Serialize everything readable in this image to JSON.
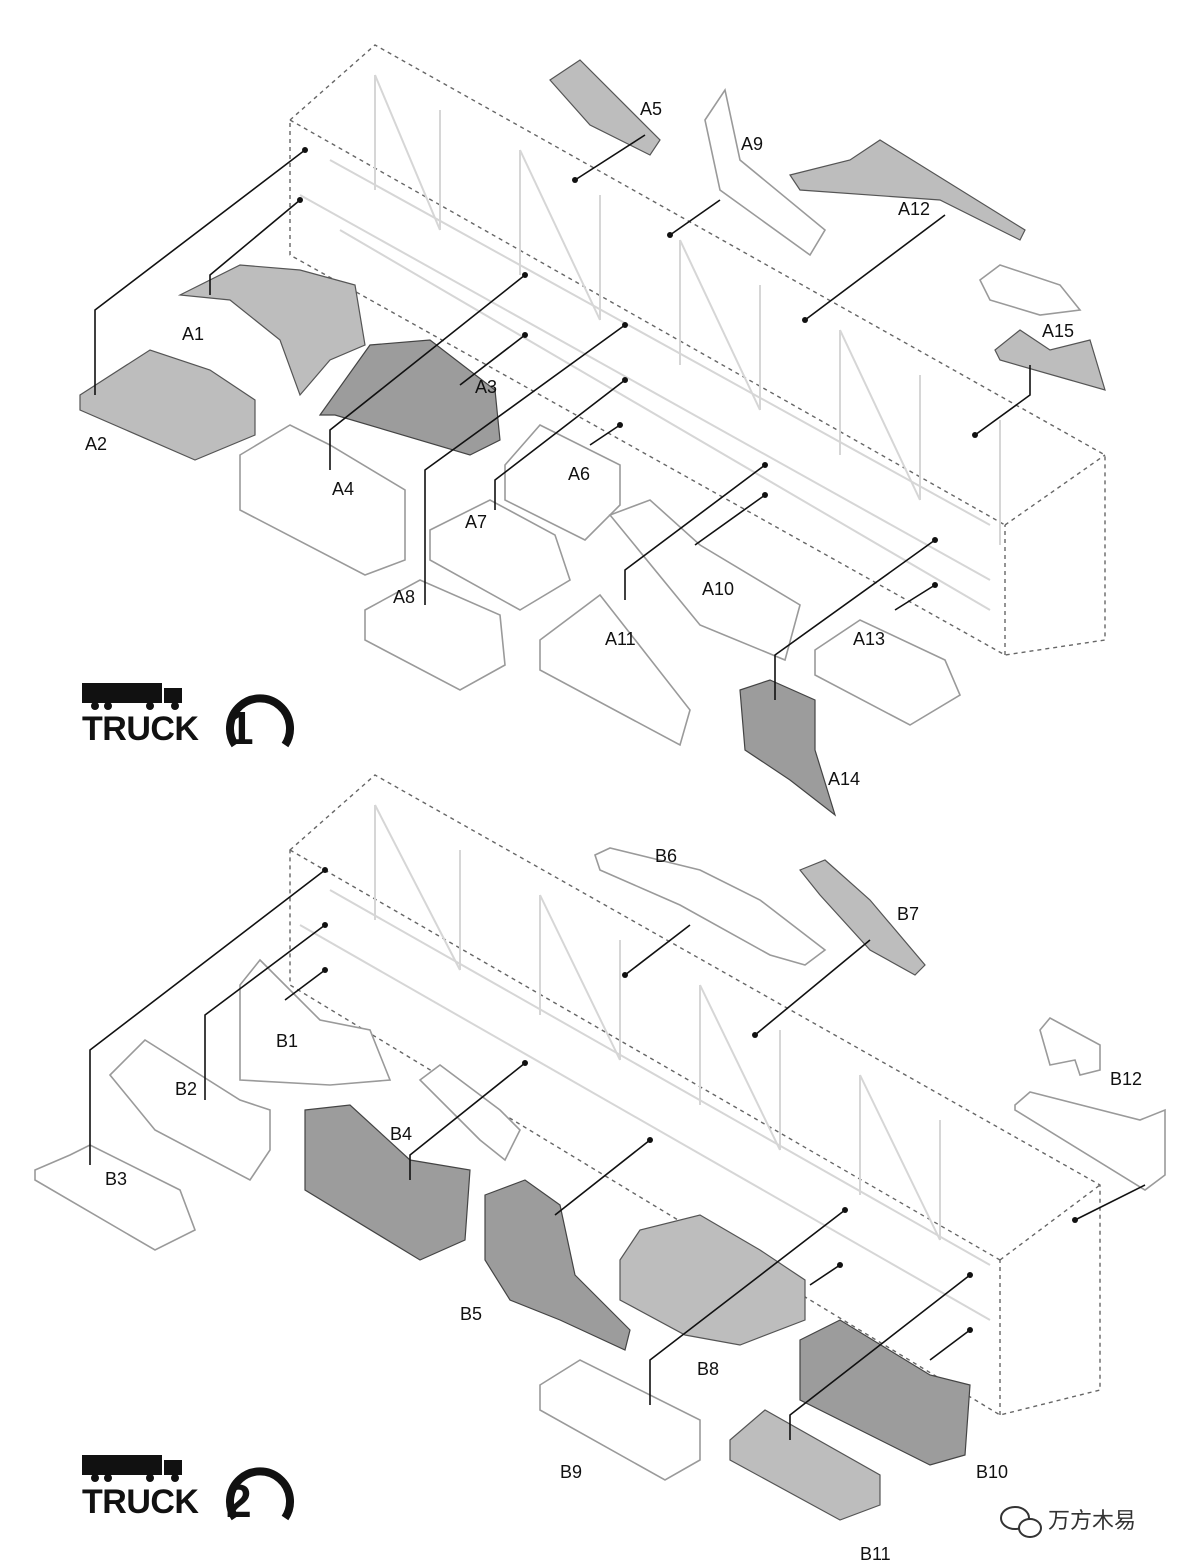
{
  "truck1": {
    "word": "TRUCK",
    "number": "1",
    "labels": [
      "A1",
      "A2",
      "A3",
      "A4",
      "A5",
      "A6",
      "A7",
      "A8",
      "A9",
      "A10",
      "A11",
      "A12",
      "A13",
      "A14",
      "A15"
    ]
  },
  "truck2": {
    "word": "TRUCK",
    "number": "2",
    "labels": [
      "B1",
      "B2",
      "B3",
      "B4",
      "B5",
      "B6",
      "B7",
      "B8",
      "B9",
      "B10",
      "B11",
      "B12"
    ]
  },
  "watermark": {
    "text": "万方木易"
  }
}
